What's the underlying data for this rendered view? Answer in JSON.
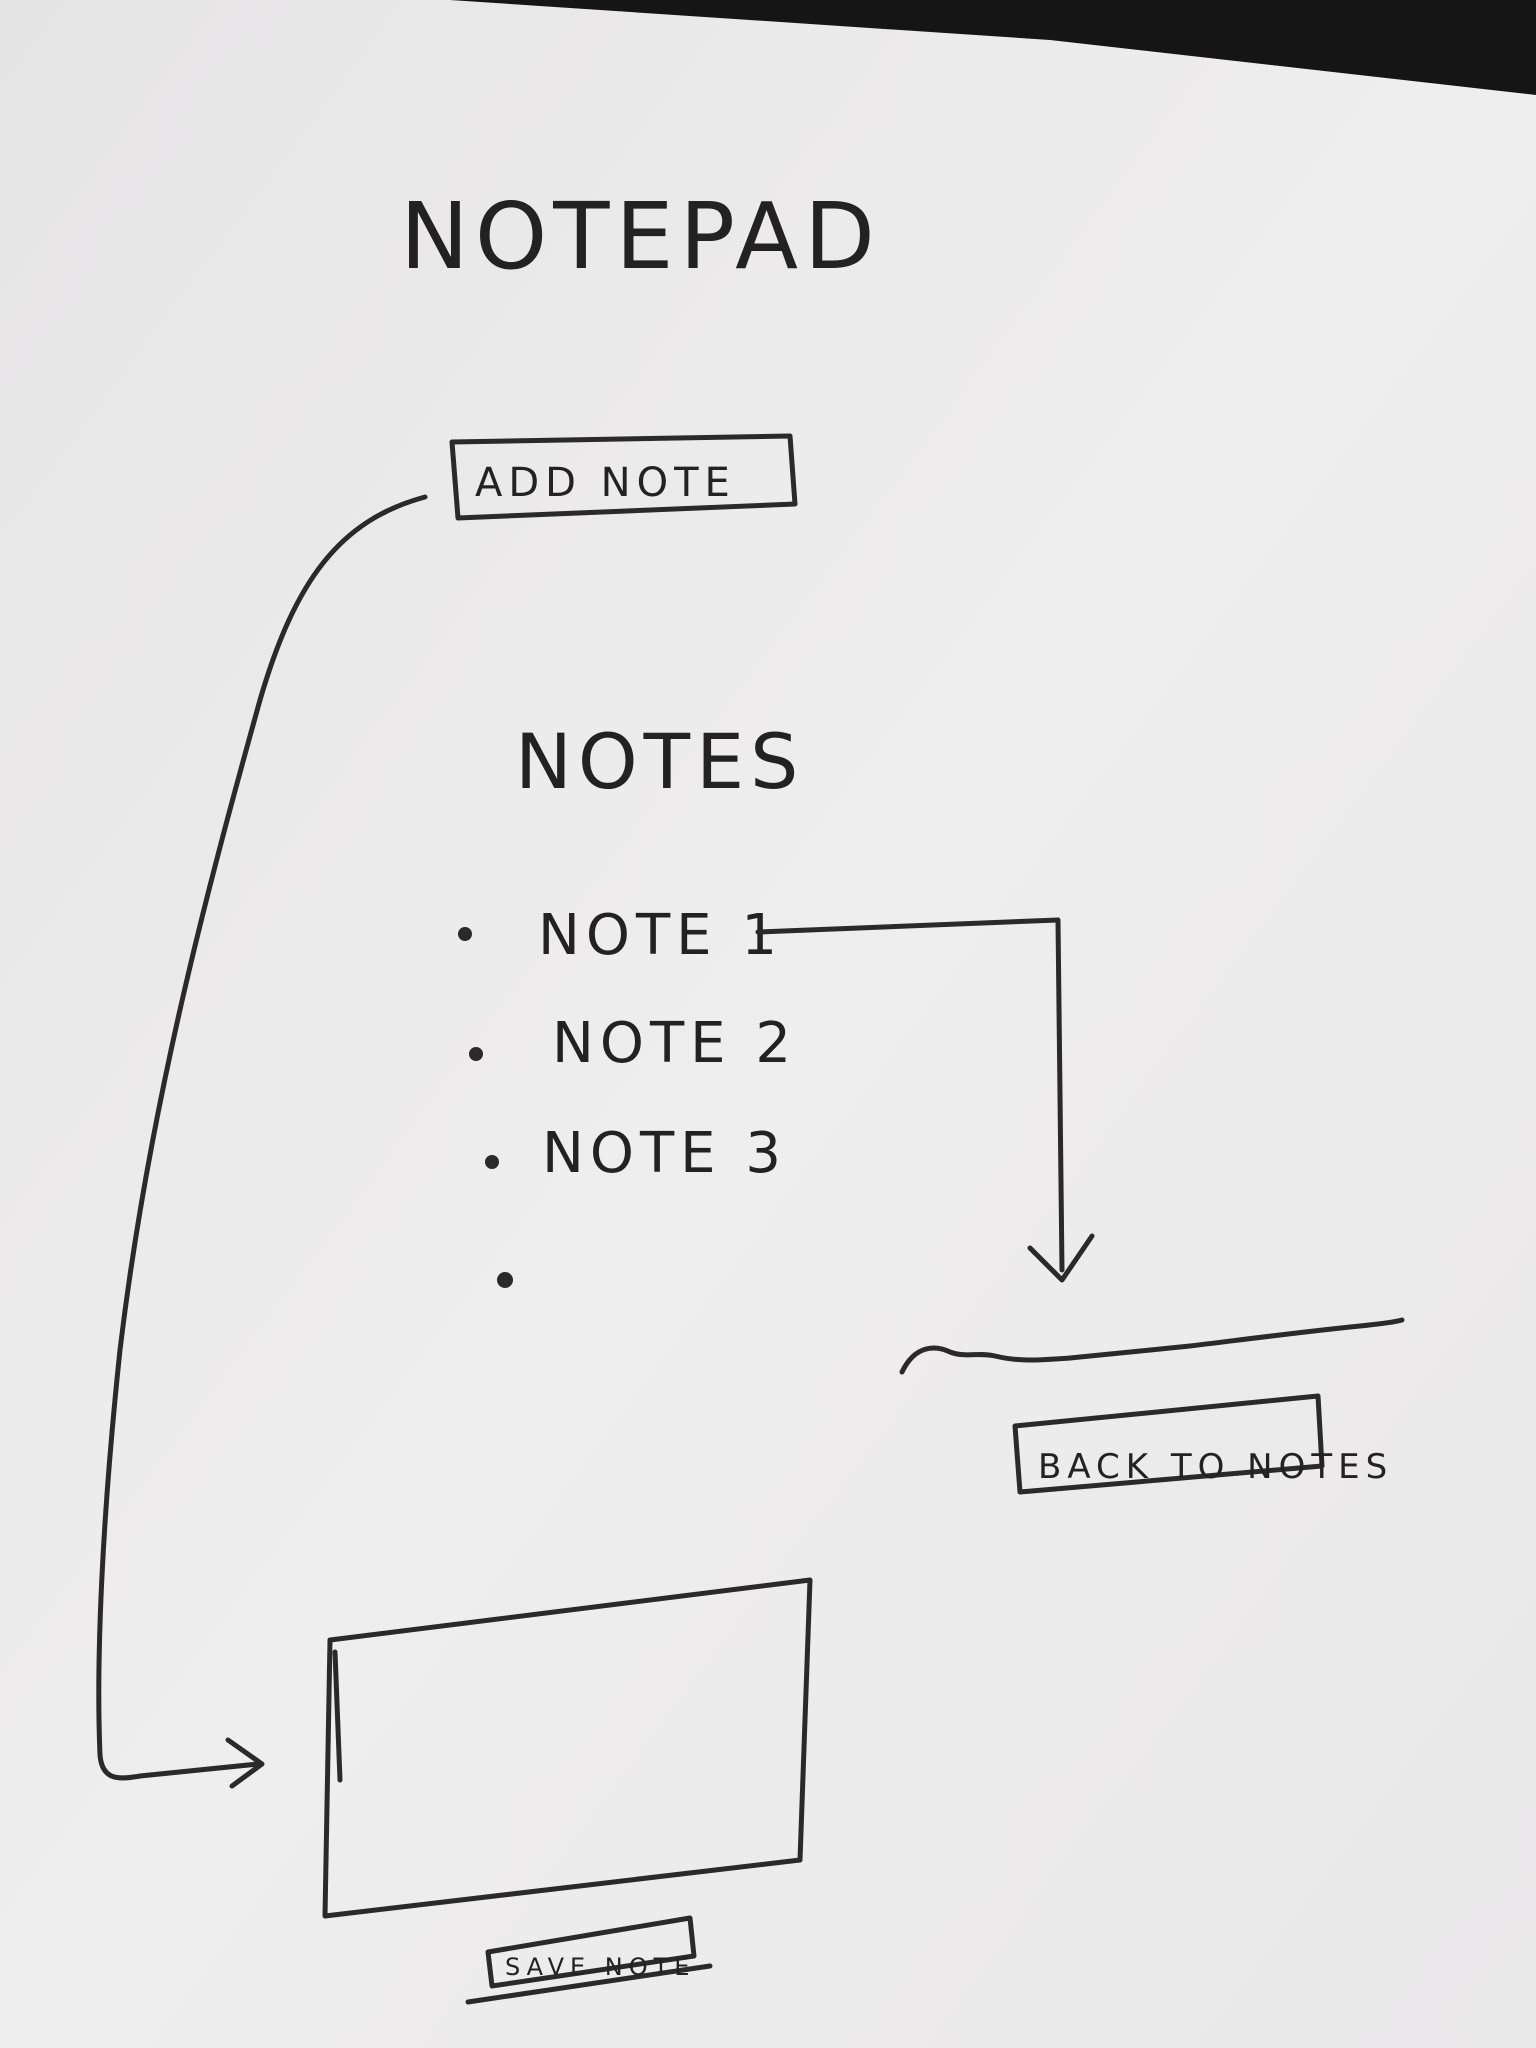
{
  "title": "NOTEPAD",
  "add_note_label": "ADD NOTE",
  "notes_heading": "NOTES",
  "notes": [
    {
      "label": "NOTE 1"
    },
    {
      "label": "NOTE 2"
    },
    {
      "label": "NOTE 3"
    },
    {
      "label": ""
    }
  ],
  "back_to_notes_label": "BACK TO NOTES",
  "save_note_label": "SAVE NOTE",
  "colors": {
    "paper": "#ecebeb",
    "ink": "#2a2a2a",
    "dark_corner": "#151515"
  }
}
